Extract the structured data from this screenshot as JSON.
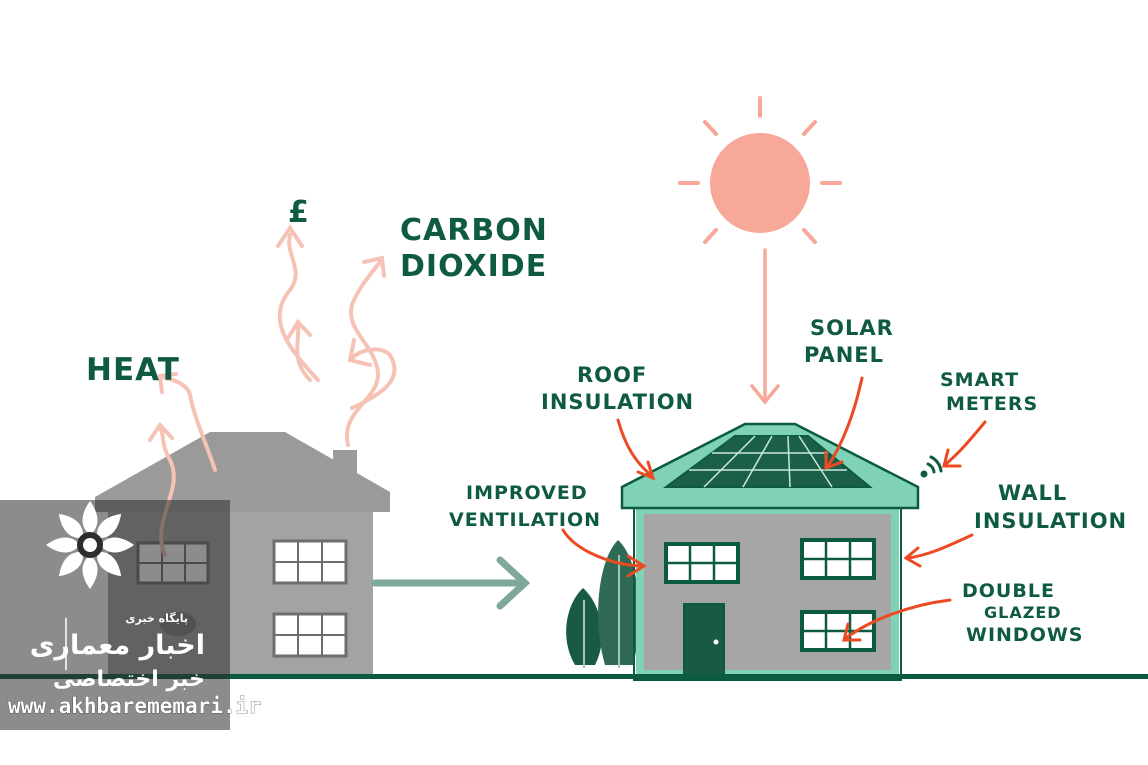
{
  "labels": {
    "heat": "HEAT",
    "pound": "£",
    "carbon_line1": "CARBON",
    "carbon_line2": "DIOXIDE",
    "roof_line1": "ROOF",
    "roof_line2": "INSULATION",
    "solar_line1": "SOLAR",
    "solar_line2": "PANEL",
    "smart_line1": "SMART",
    "smart_line2": "METERS",
    "vent_line1": "IMPROVED",
    "vent_line2": "VENTILATION",
    "wall_line1": "WALL",
    "wall_line2": "INSULATION",
    "glazed_line1": "DOUBLE",
    "glazed_line2": "GLAZED",
    "glazed_line3": "WINDOWS"
  },
  "watermark": {
    "small_text": "پایگاه خبری",
    "main_text": "اخبار معماری",
    "sub_text": "خبر اختصاصی",
    "url": "www.akhbarememari.ir"
  },
  "colors": {
    "label_green": "#0f5a42",
    "arrow_red": "#ec4a23",
    "sun": "#f7a898",
    "old_house": "#9d9d9d",
    "new_house_outline": "#7fd2b6",
    "ground": "#0c5a40"
  }
}
